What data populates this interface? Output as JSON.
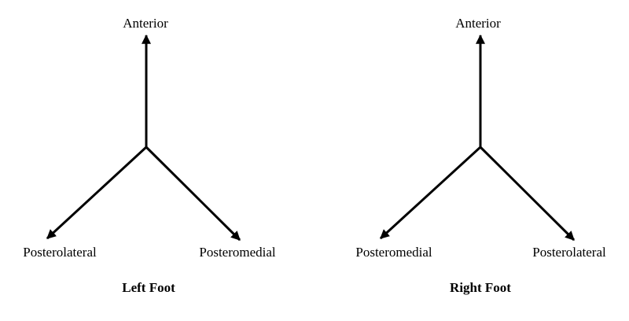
{
  "diagrams": [
    {
      "title": "Left Foot",
      "directions": {
        "top": "Anterior",
        "bottom_left": "Posterolateral",
        "bottom_right": "Posteromedial"
      }
    },
    {
      "title": "Right Foot",
      "directions": {
        "top": "Anterior",
        "bottom_left": "Posteromedial",
        "bottom_right": "Posterolateral"
      }
    }
  ],
  "colors": {
    "arrow": "#000000",
    "text": "#000000",
    "background": "#ffffff"
  }
}
